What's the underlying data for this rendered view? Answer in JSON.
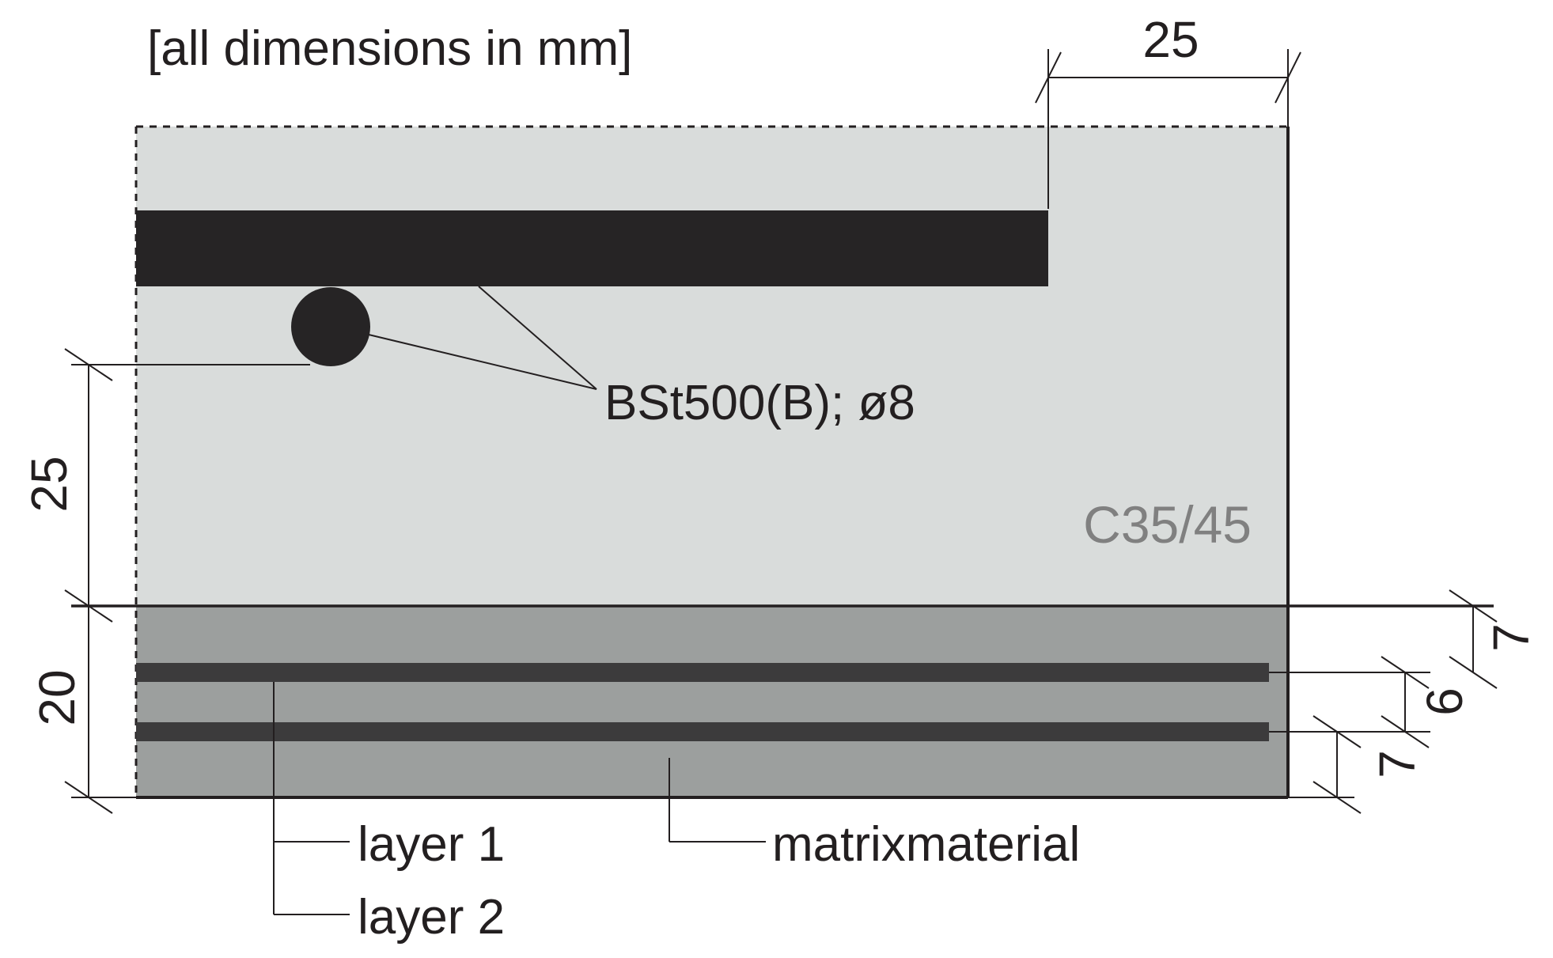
{
  "note": "[all dimensions in mm]",
  "materials": {
    "concrete": "C35/45",
    "rebar": "BSt500(B); ø8"
  },
  "labels": {
    "layer1": "layer 1",
    "layer2": "layer 2",
    "matrix": "matrixmaterial"
  },
  "dimensions": {
    "top_cover": "25",
    "left_upper": "25",
    "left_lower": "20",
    "right_top": "7",
    "right_middle": "6",
    "right_bottom": "7"
  },
  "colors": {
    "concrete_fill": "#d9dcdb",
    "matrix_fill": "#9c9f9e",
    "rebar_fill": "#262425",
    "textile_fill": "#3c3b3c",
    "line": "#231f20"
  }
}
